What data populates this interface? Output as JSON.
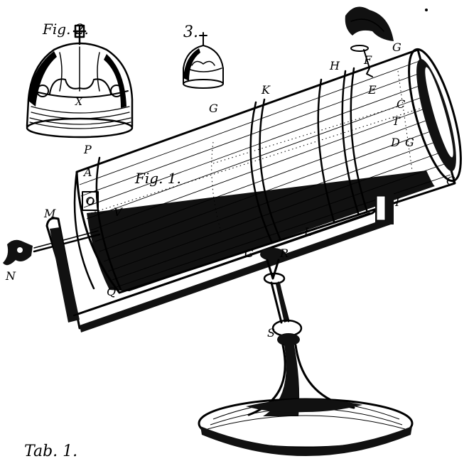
{
  "figure_labels": {
    "fig2": "Fig. 2.",
    "fig3": "3.",
    "fig1": "Fig. 1.",
    "plate": "Tab. 1."
  },
  "letters": {
    "x": "X",
    "g_mid": "G",
    "k": "K",
    "h": "H",
    "f": "F",
    "g_top": "G",
    "e": "E",
    "c": "C",
    "t": "T",
    "d": "D",
    "g_inner": "G",
    "g_end": "G",
    "p": "P",
    "a": "A",
    "o": "O",
    "v": "V",
    "m": "M",
    "n": "N",
    "i": "I",
    "l": "L",
    "g_low": "G",
    "r": "R",
    "q": "Q",
    "s": "S"
  }
}
